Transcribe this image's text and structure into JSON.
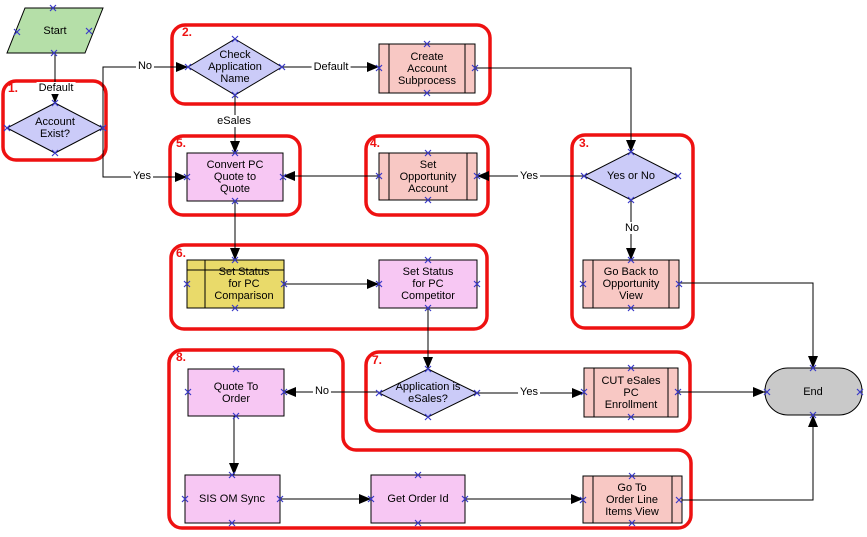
{
  "diagram": {
    "type": "workflow-flowchart",
    "regions": [
      {
        "number": "1."
      },
      {
        "number": "2."
      },
      {
        "number": "3."
      },
      {
        "number": "4."
      },
      {
        "number": "5."
      },
      {
        "number": "6."
      },
      {
        "number": "7."
      },
      {
        "number": "8."
      }
    ],
    "nodes": {
      "start": {
        "label": "Start",
        "shape": "parallelogram",
        "color": "#b5dfa8"
      },
      "account_exist": {
        "label": "Account Exist?",
        "shape": "decision",
        "color": "#cbcbf8"
      },
      "check_application_name": {
        "label": "Check Application Name",
        "shape": "decision",
        "color": "#cbcbf8"
      },
      "create_account_subprocess": {
        "label": "Create Account Subprocess",
        "shape": "subprocess",
        "color": "#f8c8c4"
      },
      "yes_or_no": {
        "label": "Yes or No",
        "shape": "decision",
        "color": "#cbcbf8"
      },
      "set_opportunity_account": {
        "label": "Set Opportunity Account",
        "shape": "subprocess",
        "color": "#f8c8c4"
      },
      "convert_pc_quote_to_quote": {
        "label": "Convert PC Quote to Quote",
        "shape": "task",
        "color": "#f7c7f3"
      },
      "go_back_to_opportunity_view": {
        "label": "Go Back to Opportunity View",
        "shape": "subprocess",
        "color": "#f8c8c4"
      },
      "set_status_for_pc_comparison": {
        "label": "Set Status for PC Comparison",
        "shape": "operation",
        "color": "#e9da6a"
      },
      "set_status_for_pc_competitor": {
        "label": "Set Status for PC Competitor",
        "shape": "task",
        "color": "#f7c7f3"
      },
      "application_is_esales": {
        "label": "Application is eSales?",
        "shape": "decision",
        "color": "#cbcbf8"
      },
      "quote_to_order": {
        "label": "Quote To Order",
        "shape": "task",
        "color": "#f7c7f3"
      },
      "cut_esales_pc_enrollment": {
        "label": "CUT eSales PC Enrollment",
        "shape": "subprocess",
        "color": "#f8c8c4"
      },
      "sis_om_sync": {
        "label": "SIS OM Sync",
        "shape": "task",
        "color": "#f7c7f3"
      },
      "get_order_id": {
        "label": "Get Order Id",
        "shape": "task",
        "color": "#f7c7f3"
      },
      "go_to_order_line_items_view": {
        "label": "Go To Order Line Items View",
        "shape": "subprocess",
        "color": "#f8c8c4"
      },
      "end": {
        "label": "End",
        "shape": "terminator",
        "color": "#c9c9c9"
      }
    },
    "edges": {
      "start_default": "Default",
      "account_exist_no": "No",
      "account_exist_yes": "Yes",
      "check_application_default": "Default",
      "check_application_esales": "eSales",
      "yes_or_no_yes": "Yes",
      "yes_or_no_no": "No",
      "application_is_esales_yes": "Yes",
      "application_is_esales_no": "No"
    },
    "colors": {
      "region_outline": "#ee1111",
      "connector": "#000000",
      "handle": "#3a3ac8",
      "start_fill": "#b5dfa8",
      "decision_fill": "#cbcbf8",
      "subprocess_fill": "#f8c8c4",
      "task_fill": "#f7c7f3",
      "operation_fill": "#e9da6a",
      "end_fill": "#c9c9c9"
    }
  }
}
